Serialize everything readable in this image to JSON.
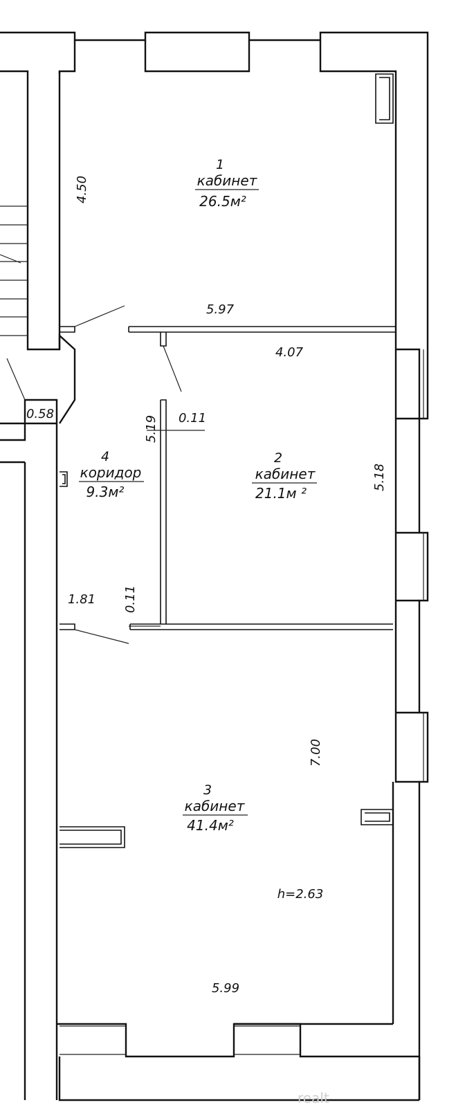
{
  "rooms": [
    {
      "number": "1",
      "name": "кабинет",
      "area": "26.5м²"
    },
    {
      "number": "2",
      "name": "кабинет",
      "area": "21.1м ²"
    },
    {
      "number": "3",
      "name": "кабинет",
      "area": "41.4м²"
    },
    {
      "number": "4",
      "name": "коридор",
      "area": "9.3м²"
    }
  ],
  "dimensions": {
    "room1_height": "4.50",
    "room1_width": "5.97",
    "room2_width": "4.07",
    "room2_height": "5.18",
    "corridor_length": "5.19",
    "wall_thickness_a": "0.11",
    "wall_thickness_b": "0.11",
    "corridor_opening": "0.58",
    "corridor_width": "1.81",
    "room3_height": "7.00",
    "room3_width": "5.99"
  },
  "ceiling_height": "h=2.63",
  "watermark": "realt"
}
